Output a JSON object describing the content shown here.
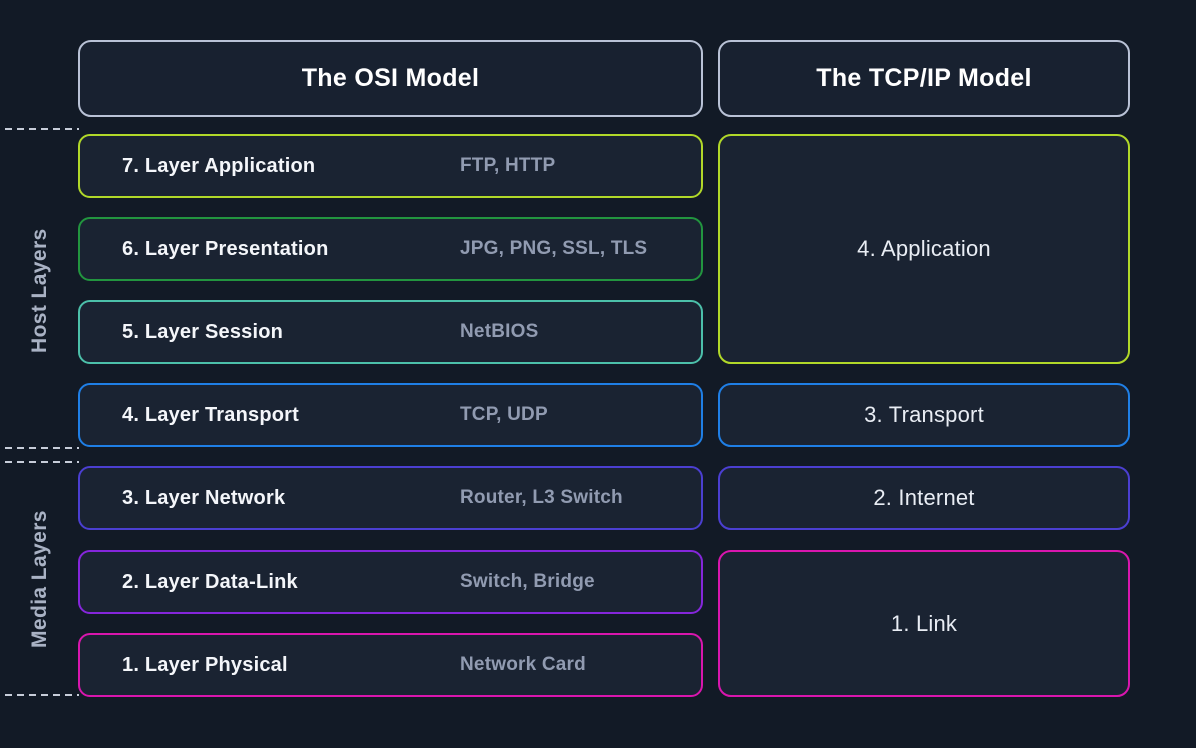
{
  "page": {
    "background": "#121a26",
    "box_fill": "#1a2332"
  },
  "colors": {
    "header_border": "#b9c2d6",
    "dash_line": "#c7cdd9",
    "side_label_text": "#a9b2c4",
    "example_text": "#919bb1",
    "layer_text": "#f4f6fa",
    "tcp_text": "#e9edf4"
  },
  "side_labels": {
    "host": "Host Layers",
    "media": "Media Layers"
  },
  "osi": {
    "title": "The OSI Model",
    "layers": [
      {
        "label": "7. Layer Application",
        "examples": "FTP, HTTP",
        "color": "#b1d829"
      },
      {
        "label": "6. Layer Presentation",
        "examples": "JPG, PNG, SSL, TLS",
        "color": "#22953f"
      },
      {
        "label": "5. Layer Session",
        "examples": "NetBIOS",
        "color": "#4cc0aa"
      },
      {
        "label": "4. Layer Transport",
        "examples": "TCP, UDP",
        "color": "#1f7fe6"
      },
      {
        "label": "3. Layer Network",
        "examples": "Router, L3 Switch",
        "color": "#4b3fd1"
      },
      {
        "label": "2. Layer Data-Link",
        "examples": "Switch, Bridge",
        "color": "#8526db"
      },
      {
        "label": "1. Layer Physical",
        "examples": "Network Card",
        "color": "#d916ae"
      }
    ]
  },
  "tcpip": {
    "title": "The TCP/IP Model",
    "layers": [
      {
        "label": "4. Application",
        "color": "#b1d829",
        "spans_osi": "7-5"
      },
      {
        "label": "3. Transport",
        "color": "#1f7fe6",
        "spans_osi": "4"
      },
      {
        "label": "2. Internet",
        "color": "#4b3fd1",
        "spans_osi": "3"
      },
      {
        "label": "1. Link",
        "color": "#d916ae",
        "spans_osi": "2-1"
      }
    ]
  }
}
